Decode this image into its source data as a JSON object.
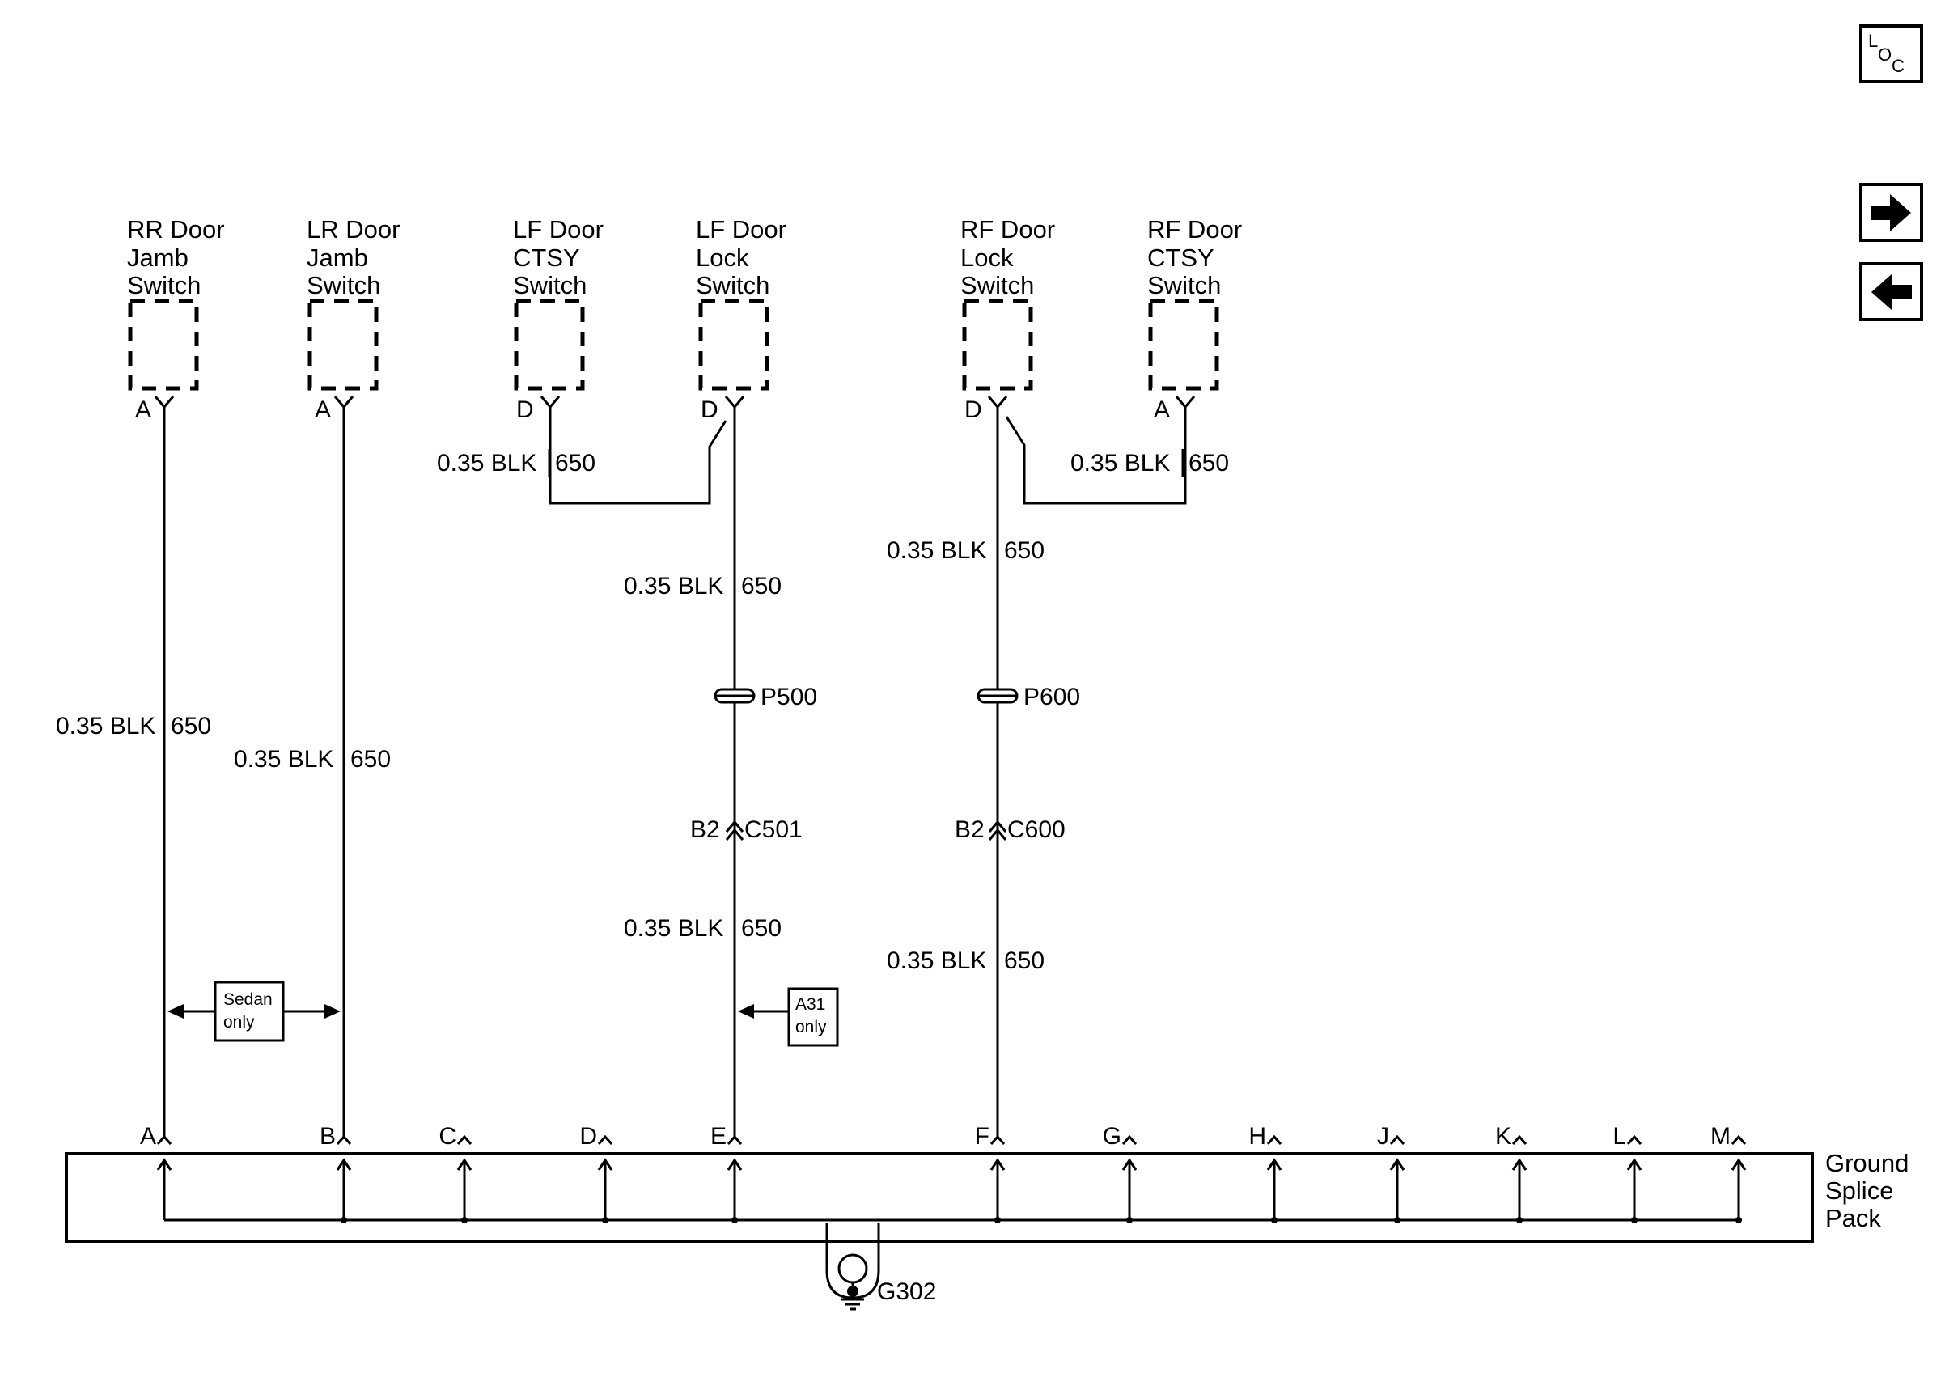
{
  "switches": [
    {
      "lines": [
        "RR Door",
        "Jamb",
        "Switch"
      ],
      "pin": "A"
    },
    {
      "lines": [
        "LR Door",
        "Jamb",
        "Switch"
      ],
      "pin": "A"
    },
    {
      "lines": [
        "LF Door",
        "CTSY",
        "Switch"
      ],
      "pin": "D"
    },
    {
      "lines": [
        "LF Door",
        "Lock",
        "Switch"
      ],
      "pin": "D"
    },
    {
      "lines": [
        "RF Door",
        "Lock",
        "Switch"
      ],
      "pin": "D"
    },
    {
      "lines": [
        "RF Door",
        "CTSY",
        "Switch"
      ],
      "pin": "A"
    }
  ],
  "wire": {
    "gauge_color": "0.35 BLK",
    "circuit": "650"
  },
  "inline_connectors": {
    "p500": "P500",
    "p600": "P600",
    "c501": {
      "pin": "B2",
      "name": "C501"
    },
    "c600": {
      "pin": "B2",
      "name": "C600"
    }
  },
  "notes": {
    "sedan": [
      "Sedan",
      "only"
    ],
    "a31": [
      "A31",
      "only"
    ]
  },
  "splice_pack": {
    "name_lines": [
      "Ground",
      "Splice",
      "Pack"
    ],
    "pins": [
      "A",
      "B",
      "C",
      "D",
      "E",
      "F",
      "G",
      "H",
      "J",
      "K",
      "L",
      "M"
    ]
  },
  "ground": {
    "name": "G302"
  },
  "nav": {
    "loc_icon": {
      "top": "L",
      "mid": "O",
      "bottom": "C"
    },
    "next_icon": "arrow-right-icon",
    "prev_icon": "arrow-left-icon"
  }
}
